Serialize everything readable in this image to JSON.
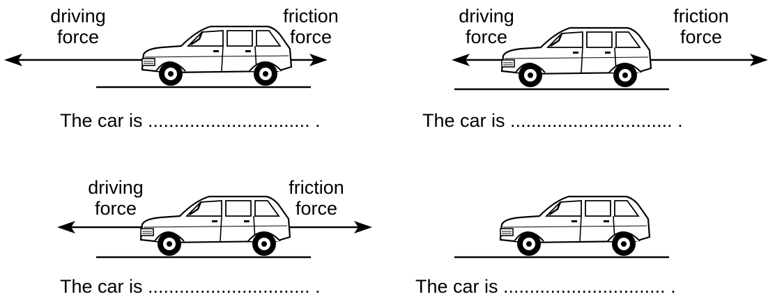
{
  "panels": [
    {
      "driving_label": "driving\nforce",
      "friction_label": "friction\nforce",
      "caption": "The car is ............................... .",
      "has_forces": true
    },
    {
      "driving_label": "driving\nforce",
      "friction_label": "friction\nforce",
      "caption": "The car is ............................... .",
      "has_forces": true
    },
    {
      "driving_label": "driving\nforce",
      "friction_label": "friction\nforce",
      "caption": "The car is ............................... .",
      "has_forces": true
    },
    {
      "caption": "The car is ............................... .",
      "has_forces": false
    }
  ]
}
